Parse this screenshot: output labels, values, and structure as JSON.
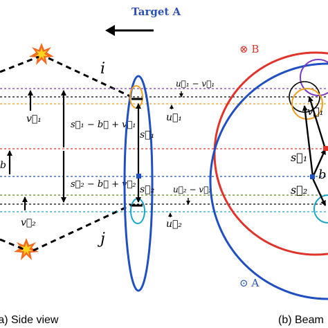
{
  "target_label": "Target A",
  "label_b_marker": "⊗ B",
  "label_a_marker": "⊙ A",
  "label_i": "i",
  "label_j": "j",
  "side_labels": {
    "v1": "v⃗₁",
    "v2": "v⃗₂",
    "b_left": "b",
    "s1_minus_b_plus_v1": "s⃗₁ − b⃗ + v⃗₁",
    "s2_minus_b_plus_v2": "s⃗₂ − b⃗ + v⃗₂",
    "s1": "s⃗₁",
    "s2": "s⃗₂",
    "u1": "u⃗₁",
    "u2": "u⃗₂",
    "u1_minus_v1": "u⃗₁ − v⃗₁",
    "u2_minus_v2": "u⃗₂ − v⃗₂"
  },
  "beam_labels": {
    "v1": "v⃗₁",
    "s1": "s⃗₁",
    "s2": "s⃗₂",
    "b": "b"
  },
  "captions": {
    "left": "(a) Side view",
    "right": "(b) Beam"
  },
  "colors": {
    "blue": "#1f4fc0",
    "red": "#e0332a",
    "purple": "#7a3cc2",
    "orange": "#f0a020",
    "cyan": "#1aa5c8",
    "green": "#5a8a1a",
    "target_blue": "#2b50b8"
  },
  "icons": {
    "explosion": "explosion-icon",
    "arrow_left": "left-arrow-icon"
  }
}
